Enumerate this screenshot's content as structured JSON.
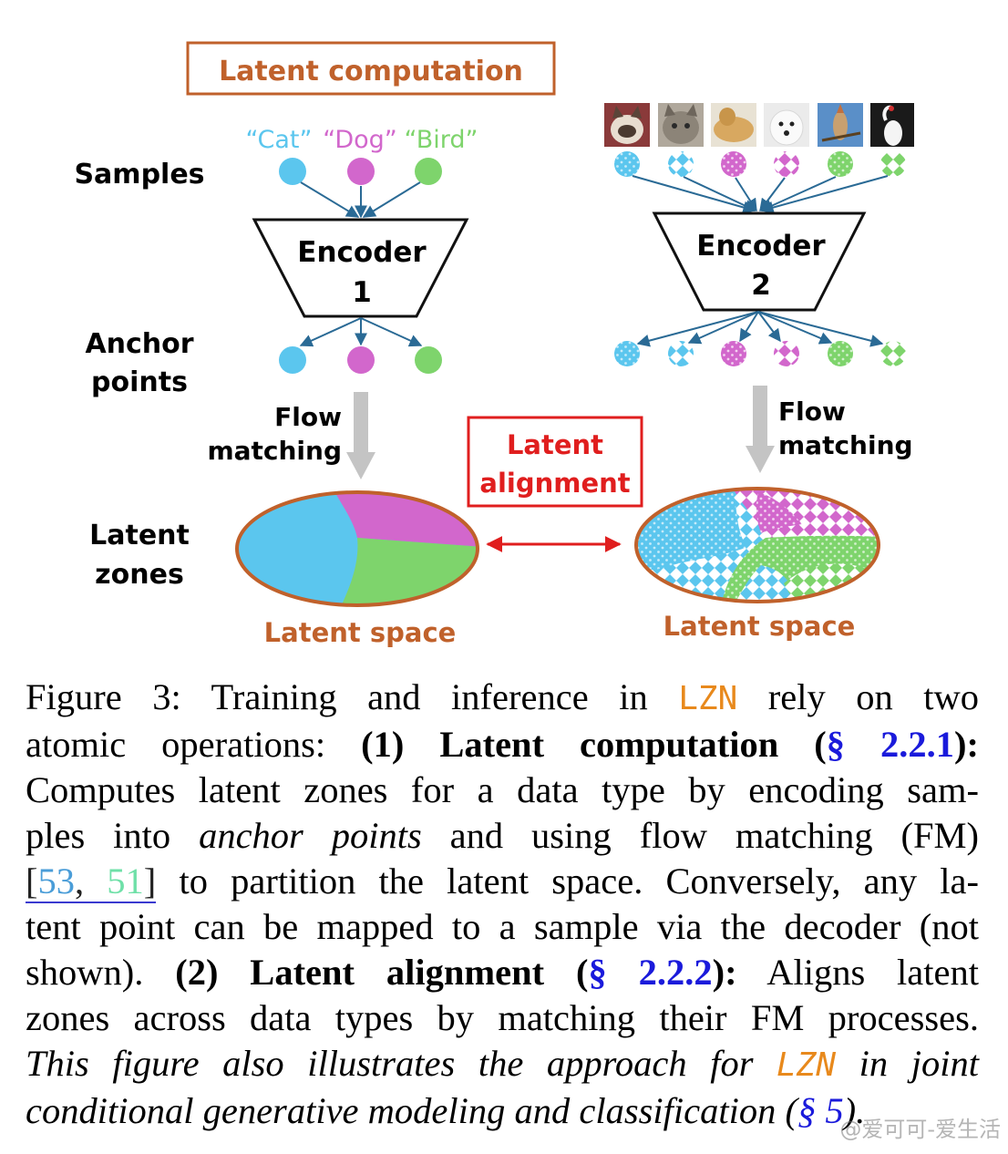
{
  "figure": {
    "title": "Latent computation",
    "sample_labels": [
      "“Cat”",
      "“Dog”",
      "“Bird”"
    ],
    "row_labels": {
      "samples": "Samples",
      "anchor_line1": "Anchor",
      "anchor_line2": "points",
      "zones_line1": "Latent",
      "zones_line2": "zones"
    },
    "encoder1": {
      "line1": "Encoder",
      "line2": "1"
    },
    "encoder2": {
      "line1": "Encoder",
      "line2": "2"
    },
    "flow_left": {
      "line1": "Flow",
      "line2": "matching"
    },
    "flow_right": {
      "line1": "Flow",
      "line2": "matching"
    },
    "alignment": {
      "line1": "Latent",
      "line2": "alignment"
    },
    "latent_space_left": "Latent space",
    "latent_space_right": "Latent space",
    "photo_subjects": [
      "cat-photo",
      "cat-photo",
      "dog-photo",
      "dog-photo",
      "bird-photo",
      "bird-photo"
    ],
    "colors": {
      "cat": "#5bc6ee",
      "dog": "#d267cc",
      "bird": "#7ed46c",
      "orange": "#c0612b",
      "red": "#e01e1e",
      "arrow_blue": "#2a6a95",
      "gray_arrow": "#c4c4c4"
    }
  },
  "caption": {
    "l1_pre": "Figure 3:  Training and inference in ",
    "l1_lzn": "LZN",
    "l1_post": " rely on two",
    "l2_pre": "atomic operations: ",
    "l2_bold": "(1) Latent computation (",
    "l2_ref": "§ 2.2.1",
    "l2_bold_end": "):",
    "l3": "Computes latent zones for a data type by encoding sam-",
    "l4_pre": "ples into ",
    "l4_it": "anchor points",
    "l4_post": " and using flow matching (FM)",
    "l5_open": "[",
    "l5_c1": "53",
    "l5_comma": ", ",
    "l5_c2": "51",
    "l5_close": "]",
    "l5_post": " to partition the latent space. Conversely, any la-",
    "l6": "tent point can be mapped to a sample via the decoder (not",
    "l7_pre": "shown).  ",
    "l7_bold": "(2) Latent alignment (",
    "l7_ref": "§ 2.2.2",
    "l7_bold_end": "):",
    "l7_post": "  Aligns latent",
    "l8": "zones across data types by matching their FM processes.",
    "l9_it1": "This figure also illustrates the approach for ",
    "l9_lzn": "LZN",
    "l9_it2": " in joint",
    "l10_it": "conditional generative modeling and classification (",
    "l10_ref": "§ 5",
    "l10_end": ")."
  },
  "watermark": "@爱可可-爱生活"
}
